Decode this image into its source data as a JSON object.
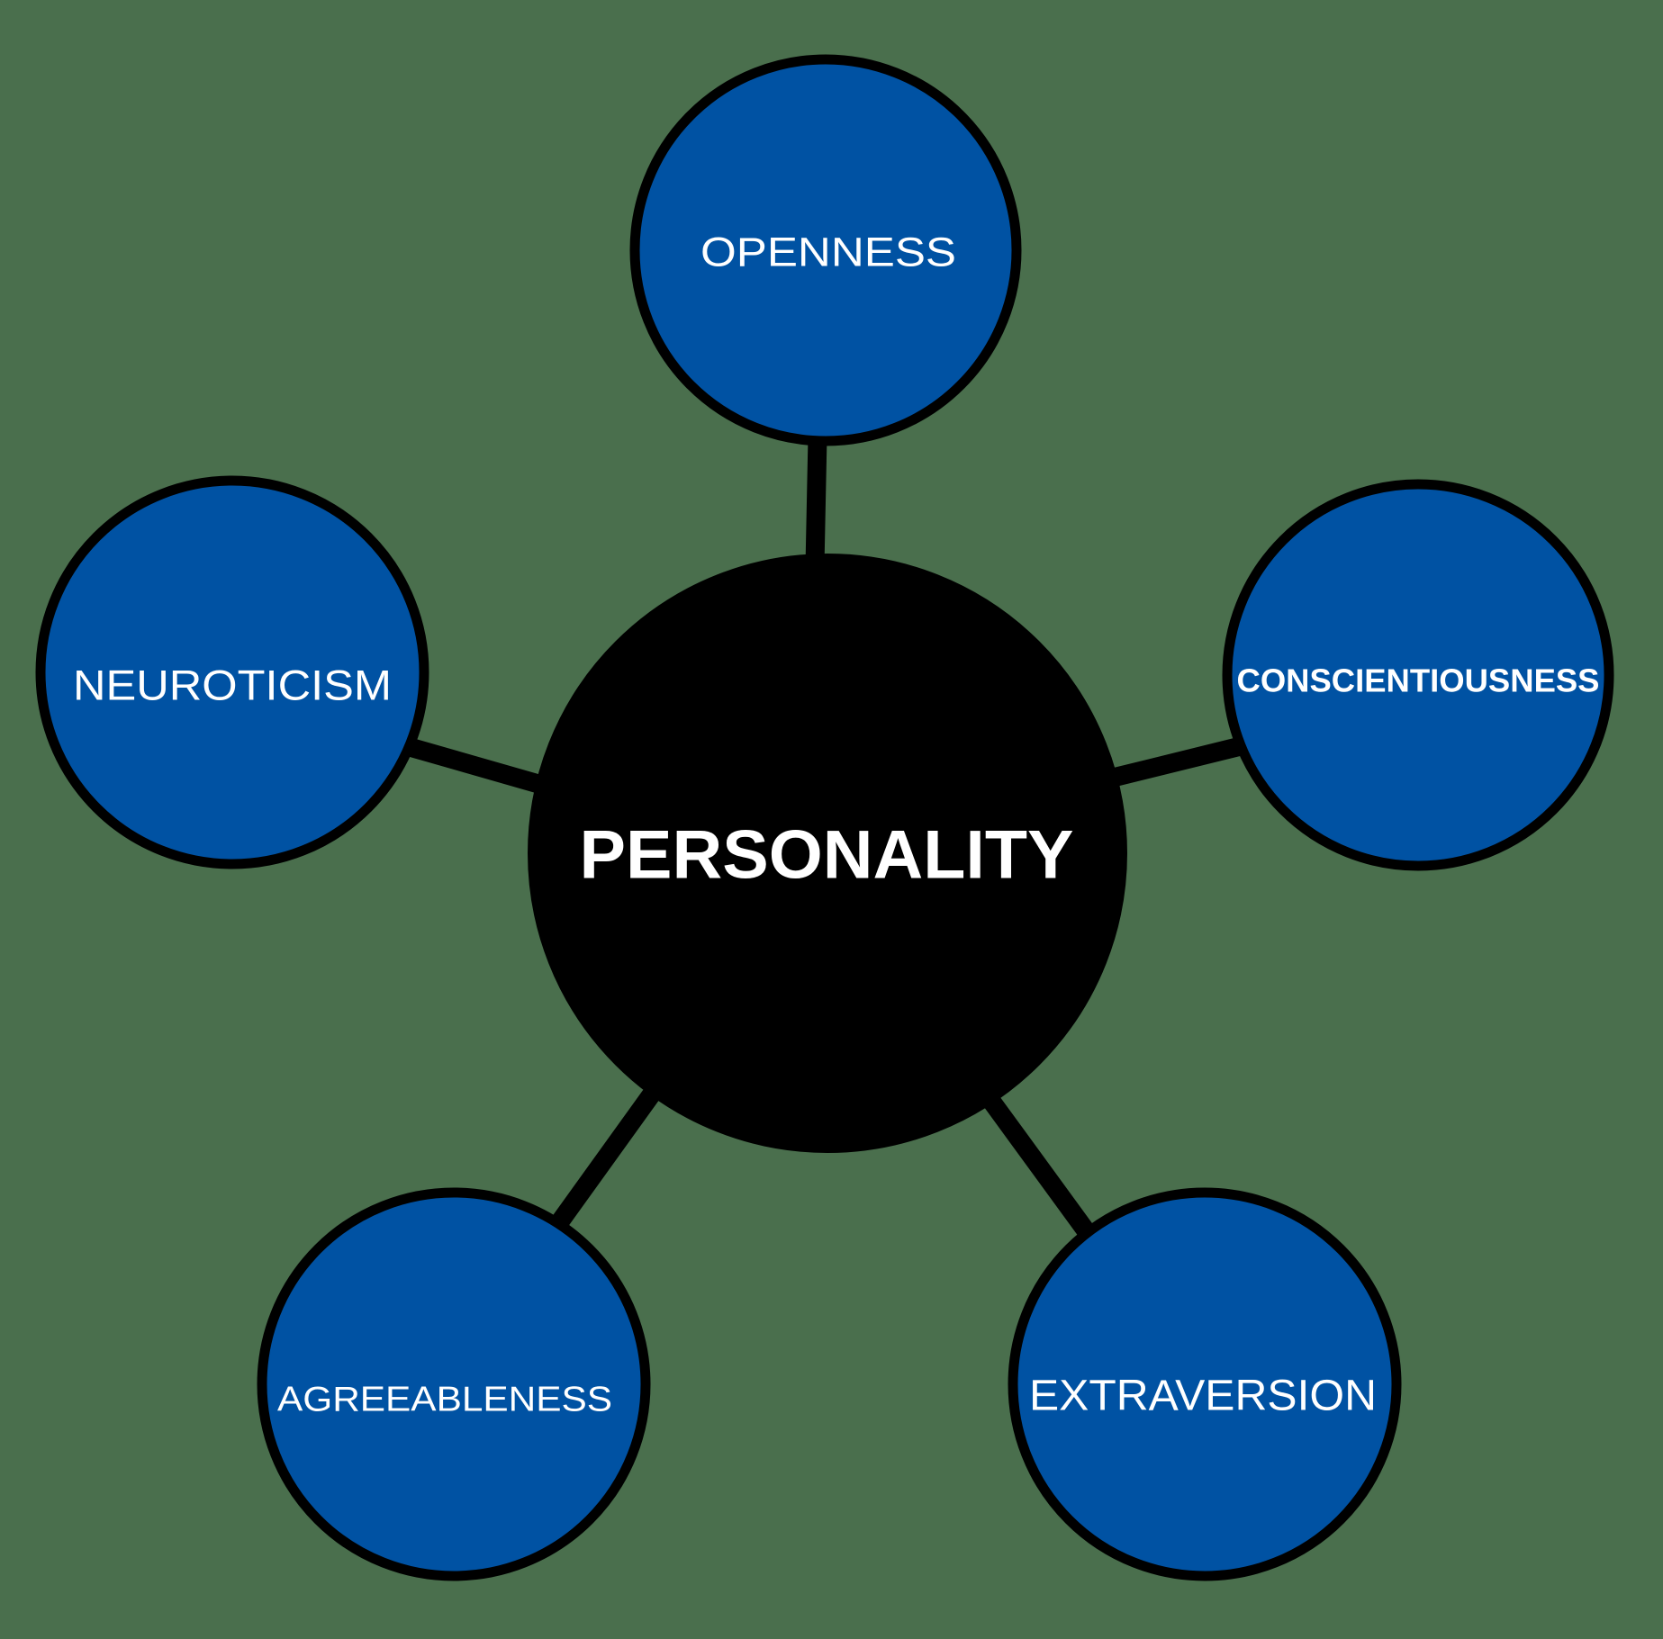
{
  "diagram": {
    "type": "hub-and-spoke",
    "colors": {
      "background": "#4a6f4d",
      "trait_fill": "#0052a3",
      "core_fill": "#000000",
      "outline": "#000000",
      "text": "#ffffff"
    },
    "center": {
      "label": "PERSONALITY"
    },
    "traits": [
      {
        "id": "openness",
        "label": "OPENNESS",
        "position": "top"
      },
      {
        "id": "conscientiousness",
        "label": "CONSCIENTIOUSNESS",
        "position": "right"
      },
      {
        "id": "extraversion",
        "label": "EXTRAVERSION",
        "position": "bottom-right"
      },
      {
        "id": "agreeableness",
        "label": "AGREEABLENESS",
        "position": "bottom-left"
      },
      {
        "id": "neuroticism",
        "label": "NEUROTICISM",
        "position": "left"
      }
    ]
  }
}
